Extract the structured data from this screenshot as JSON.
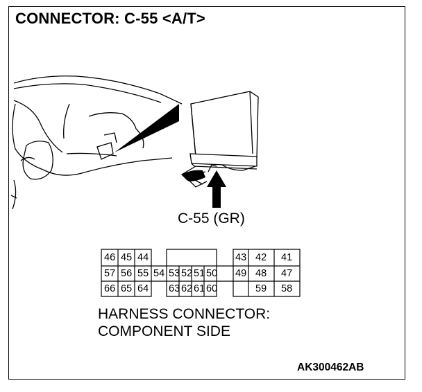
{
  "title": "CONNECTOR: C-55 <A/T>",
  "callout_label": "C-55 (GR)",
  "caption_line1": "HARNESS CONNECTOR:",
  "caption_line2": "COMPONENT SIDE",
  "figure_code": "AK300462AB",
  "connector": {
    "left_block": {
      "rows": [
        [
          "46",
          "45",
          "44"
        ],
        [
          "57",
          "56",
          "55"
        ],
        [
          "66",
          "65",
          "64"
        ]
      ]
    },
    "middle_single": "54",
    "center_block": {
      "rows": [
        [
          "53",
          "52",
          "51",
          "50"
        ],
        [
          "63",
          "62",
          "61",
          "60"
        ]
      ]
    },
    "right_block": {
      "rows": [
        [
          "43",
          "42",
          "41"
        ],
        [
          "49",
          "48",
          "47"
        ],
        [
          "59",
          "58"
        ]
      ]
    }
  }
}
